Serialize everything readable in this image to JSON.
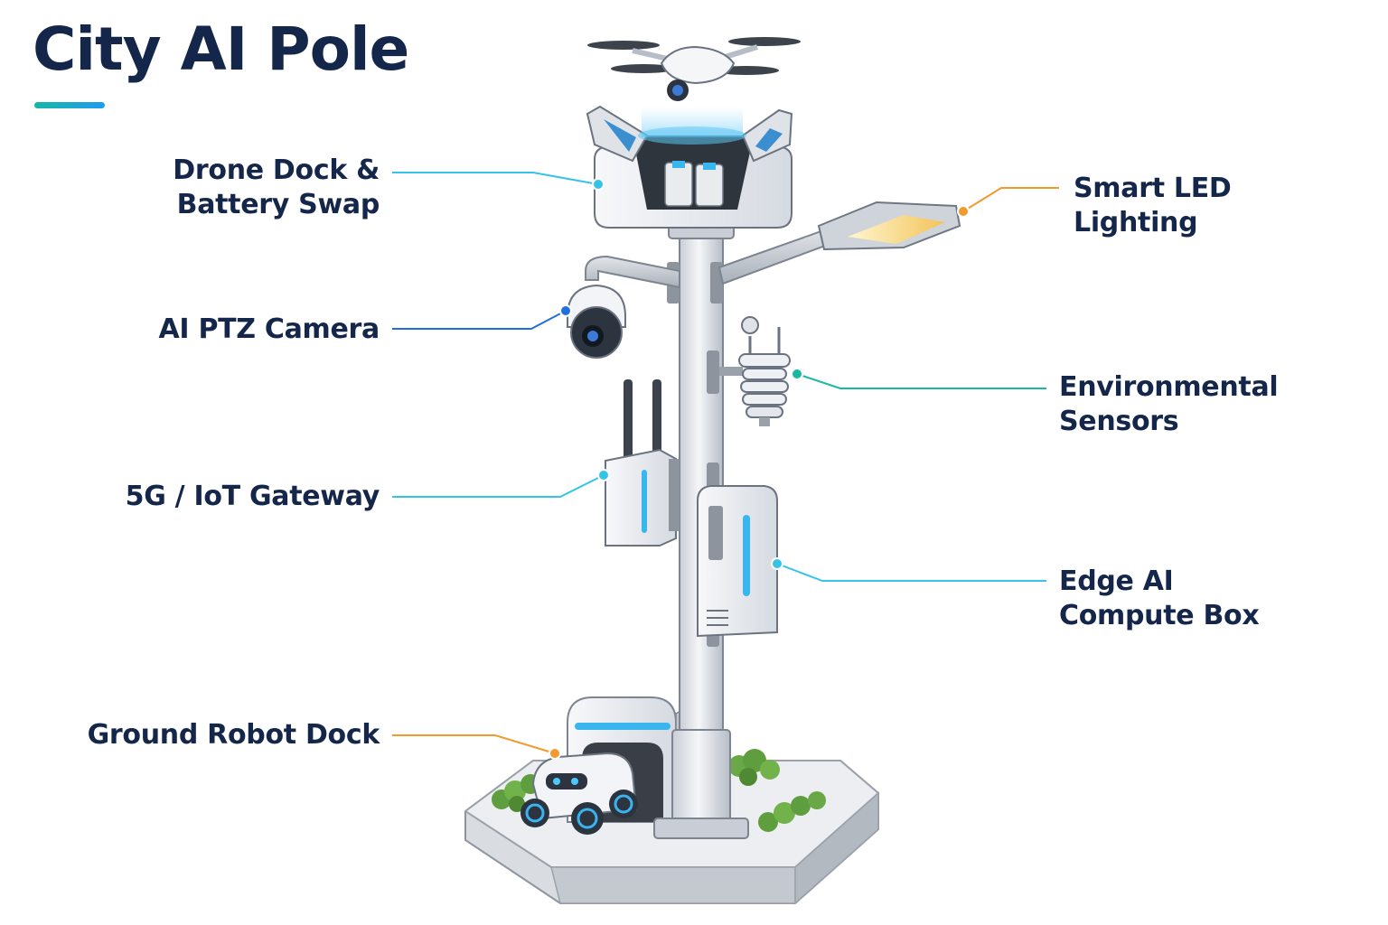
{
  "title": "City AI Pole",
  "colors": {
    "title": "#14264a",
    "label_text": "#14264a",
    "cyan_leader": "#35c3e8",
    "blue_leader": "#1f6fe0",
    "teal_leader": "#1ab8a0",
    "orange_leader": "#f29a2e",
    "light_glow": "#f6d37a",
    "accent_glow": "#34b5ef"
  },
  "labels": {
    "drone_dock": {
      "line1": "Drone Dock &",
      "line2": "Battery Swap"
    },
    "ptz_camera": {
      "line1": "AI PTZ Camera"
    },
    "gateway": {
      "line1": "5G / IoT Gateway"
    },
    "robot_dock": {
      "line1": "Ground Robot Dock"
    },
    "led_lighting": {
      "line1": "Smart LED",
      "line2": "Lighting"
    },
    "env_sensors": {
      "line1": "Environmental",
      "line2": "Sensors"
    },
    "edge_ai": {
      "line1": "Edge AI",
      "line2": "Compute Box"
    }
  },
  "icons": [
    "drone-icon",
    "drone-dock-icon",
    "led-streetlight-icon",
    "ptz-camera-icon",
    "weather-sensor-icon",
    "gateway-antenna-icon",
    "compute-box-icon",
    "delivery-robot-icon",
    "robot-garage-icon",
    "pole-icon",
    "base-plinth-icon",
    "shrub-icon"
  ]
}
